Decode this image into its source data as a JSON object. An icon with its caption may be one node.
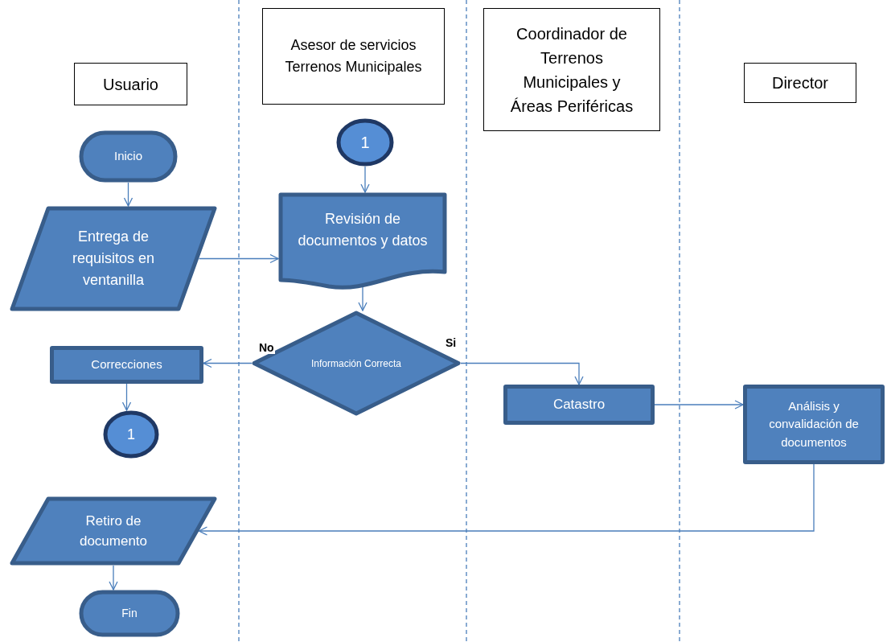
{
  "diagram": {
    "nodes": [
      {
        "text": [
          "Usuario"
        ]
      },
      {
        "text": [
          "Asesor de servicios Terrenos Municipales"
        ]
      },
      {
        "text": [
          "Coordinador de Terrenos Municipales y Áreas Periféricas"
        ]
      },
      {
        "text": [
          "Director"
        ]
      },
      {
        "text": [
          "Inicio"
        ]
      },
      {
        "text": [
          "Entrega de requisitos en ventanilla"
        ]
      },
      {
        "text": [
          "1"
        ]
      },
      {
        "text": [
          "Revisión de documentos y datos"
        ]
      },
      {
        "text": [
          "Información Correcta"
        ]
      },
      {
        "text": [
          "Correcciones"
        ]
      },
      {
        "text": [
          "1"
        ]
      },
      {
        "text": [
          "Catastro"
        ]
      },
      {
        "text": [
          "Análisis y convalidación de documentos"
        ]
      },
      {
        "text": [
          "Retiro de documento"
        ]
      },
      {
        "text": [
          "Fin"
        ]
      }
    ],
    "edges": [
      {
        "from": 4,
        "to": 5,
        "arrow": "to"
      },
      {
        "from": 5,
        "to": 7,
        "arrow": "to"
      },
      {
        "from": 6,
        "to": 7,
        "arrow": "to"
      },
      {
        "from": 7,
        "to": 8,
        "arrow": "to"
      },
      {
        "from": 8,
        "to": 9,
        "arrow": "to",
        "label": "No"
      },
      {
        "from": 8,
        "to": 11,
        "arrow": "to",
        "label": "Si"
      },
      {
        "from": 9,
        "to": 10,
        "arrow": "to"
      },
      {
        "from": 11,
        "to": 12,
        "arrow": "to"
      },
      {
        "from": 12,
        "to": 13,
        "arrow": "to"
      },
      {
        "from": 13,
        "to": 14,
        "arrow": "to"
      }
    ]
  }
}
